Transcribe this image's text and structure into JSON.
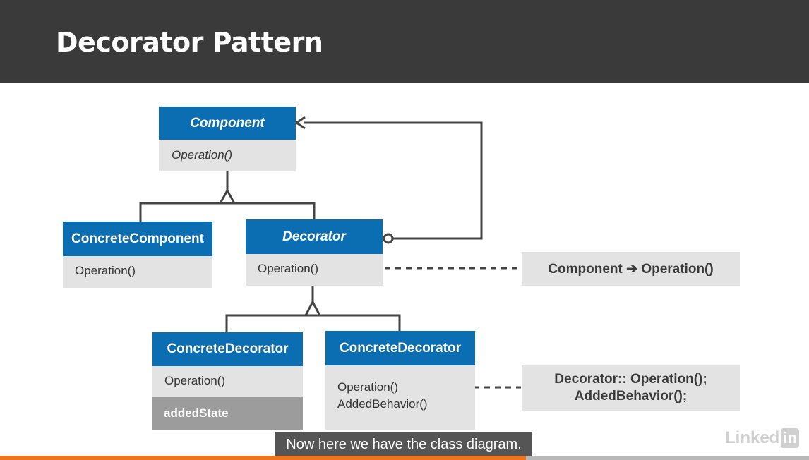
{
  "header": {
    "title": "Decorator Pattern"
  },
  "classes": {
    "component": {
      "name": "Component",
      "op": "Operation()"
    },
    "concrete_component": {
      "name": "ConcreteComponent",
      "op": "Operation()"
    },
    "decorator": {
      "name": "Decorator",
      "op": "Operation()"
    },
    "concrete_decorator_a": {
      "name": "ConcreteDecorator",
      "op": "Operation()",
      "state": "addedState"
    },
    "concrete_decorator_b": {
      "name": "ConcreteDecorator",
      "op": "Operation()",
      "behavior": "AddedBehavior()"
    }
  },
  "notes": {
    "decorator_note": "Component ➔ Operation()",
    "behavior_note_line1": "Decorator:: Operation();",
    "behavior_note_line2": "AddedBehavior();"
  },
  "caption": "Now here we have the class diagram.",
  "logo": {
    "text": "Linked",
    "badge": "in"
  },
  "player": {
    "progress_fraction": 0.65
  },
  "colors": {
    "header": "#3a3a3a",
    "class_header": "#0b6db2",
    "class_body": "#e3e3e3",
    "state": "#9c9c9c",
    "progress": "#f0731f"
  }
}
